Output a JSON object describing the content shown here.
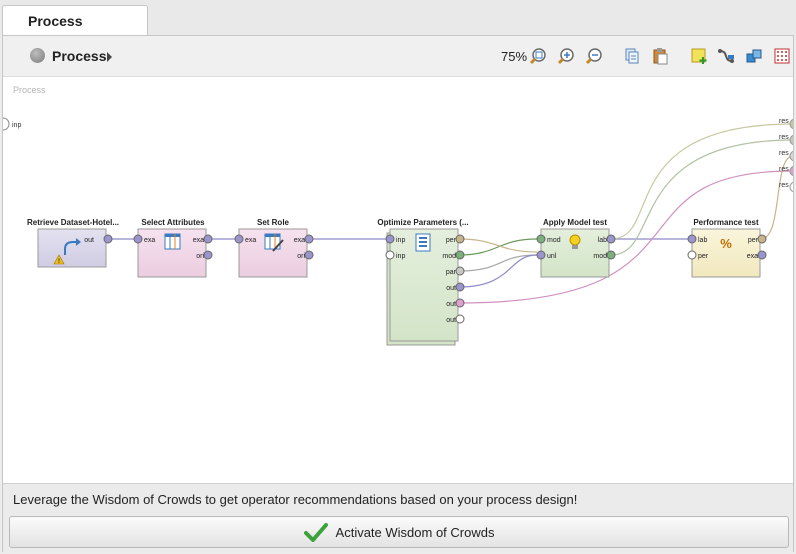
{
  "tab": {
    "label": "Process"
  },
  "toolbar": {
    "breadcrumb": "Process",
    "zoom": "75%"
  },
  "canvas": {
    "label": "Process",
    "input_port": "inp",
    "result_ports": [
      "res",
      "res",
      "res",
      "res",
      "res"
    ],
    "operators": [
      {
        "title": "Retrieve Dataset-Hotel...",
        "ports_in": [],
        "ports_out": [
          "out"
        ]
      },
      {
        "title": "Select Attributes",
        "ports_in": [
          "exa"
        ],
        "ports_out": [
          "exa",
          "ori"
        ]
      },
      {
        "title": "Set Role",
        "ports_in": [
          "exa"
        ],
        "ports_out": [
          "exa",
          "ori"
        ]
      },
      {
        "title": "Optimize Parameters (...",
        "ports_in": [
          "inp",
          "inp"
        ],
        "ports_out": [
          "per",
          "mod",
          "par",
          "out",
          "out",
          "out"
        ]
      },
      {
        "title": "Apply Model test",
        "ports_in": [
          "mod",
          "unl"
        ],
        "ports_out": [
          "lab",
          "mod"
        ]
      },
      {
        "title": "Performance test",
        "ports_in": [
          "lab",
          "per"
        ],
        "ports_out": [
          "per",
          "exa"
        ]
      }
    ]
  },
  "recommend": {
    "text": "Leverage the Wisdom of Crowds to get operator recommendations based on your process design!",
    "button": "Activate Wisdom of Crowds"
  }
}
